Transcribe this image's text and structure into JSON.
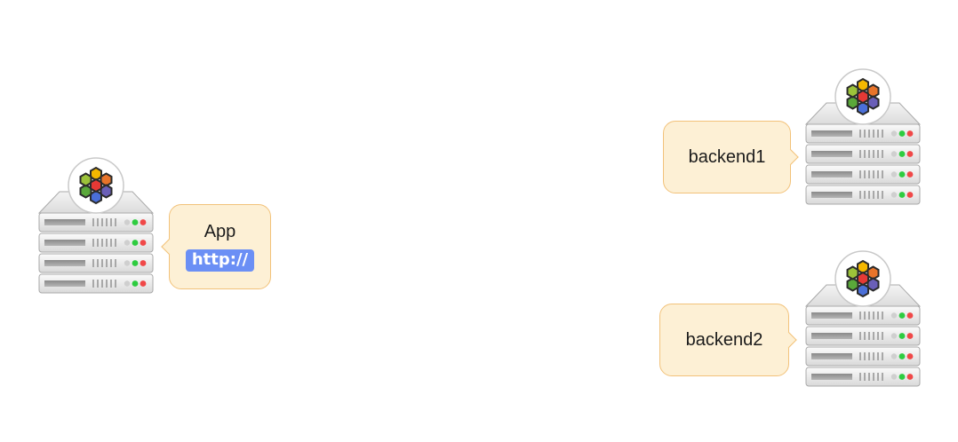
{
  "diagram": {
    "title": "",
    "nodes": [
      {
        "id": "app",
        "label": "App",
        "badge": "http://",
        "icon": "server-rack-icon",
        "logo": "hexagon-cluster-logo",
        "status_lights": [
          "gray",
          "green",
          "red"
        ]
      },
      {
        "id": "backend1",
        "label": "backend1",
        "icon": "server-rack-icon",
        "logo": "hexagon-cluster-logo",
        "status_lights": [
          "gray",
          "green",
          "red"
        ]
      },
      {
        "id": "backend2",
        "label": "backend2",
        "icon": "server-rack-icon",
        "logo": "hexagon-cluster-logo",
        "status_lights": [
          "gray",
          "green",
          "red"
        ]
      }
    ],
    "edges": []
  },
  "colors": {
    "bubble_fill": "#fdf0d5",
    "bubble_border": "#f2c27a",
    "badge_fill": "#6b8ff5",
    "badge_text": "#ffffff",
    "hex_yellow": "#f5b800",
    "hex_orange": "#e8742a",
    "hex_red": "#e53935",
    "hex_lime": "#9cc23a",
    "hex_green": "#5aa83a",
    "hex_blue": "#4a6fd8",
    "hex_indigo": "#6a5fb8",
    "led_green": "#2ecc40",
    "led_red": "#f04848",
    "led_gray": "#c8c8c8"
  }
}
